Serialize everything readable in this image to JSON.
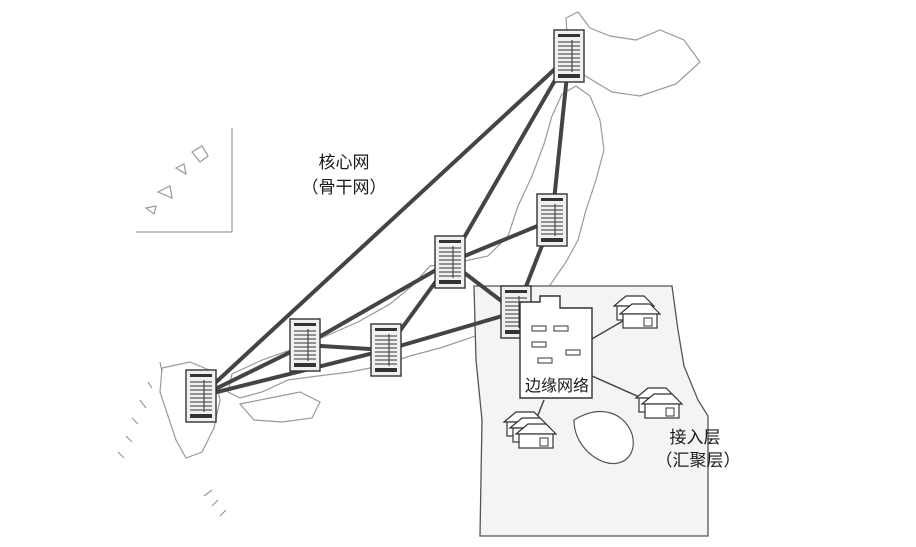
{
  "labels": {
    "core_title": "核心网",
    "core_subtitle": "（骨干网）",
    "edge": "边缘网络",
    "access_title": "接入层",
    "access_subtitle": "（汇聚层）"
  },
  "colors": {
    "line": "#444444",
    "outline": "#555555",
    "map_stroke": "#9a9a9a",
    "region_fill": "#f4f4f4",
    "server_fill": "#f0f0f0"
  },
  "icons": {
    "server": "server-rack-icon",
    "house": "house-icon",
    "building": "office-building-icon"
  }
}
